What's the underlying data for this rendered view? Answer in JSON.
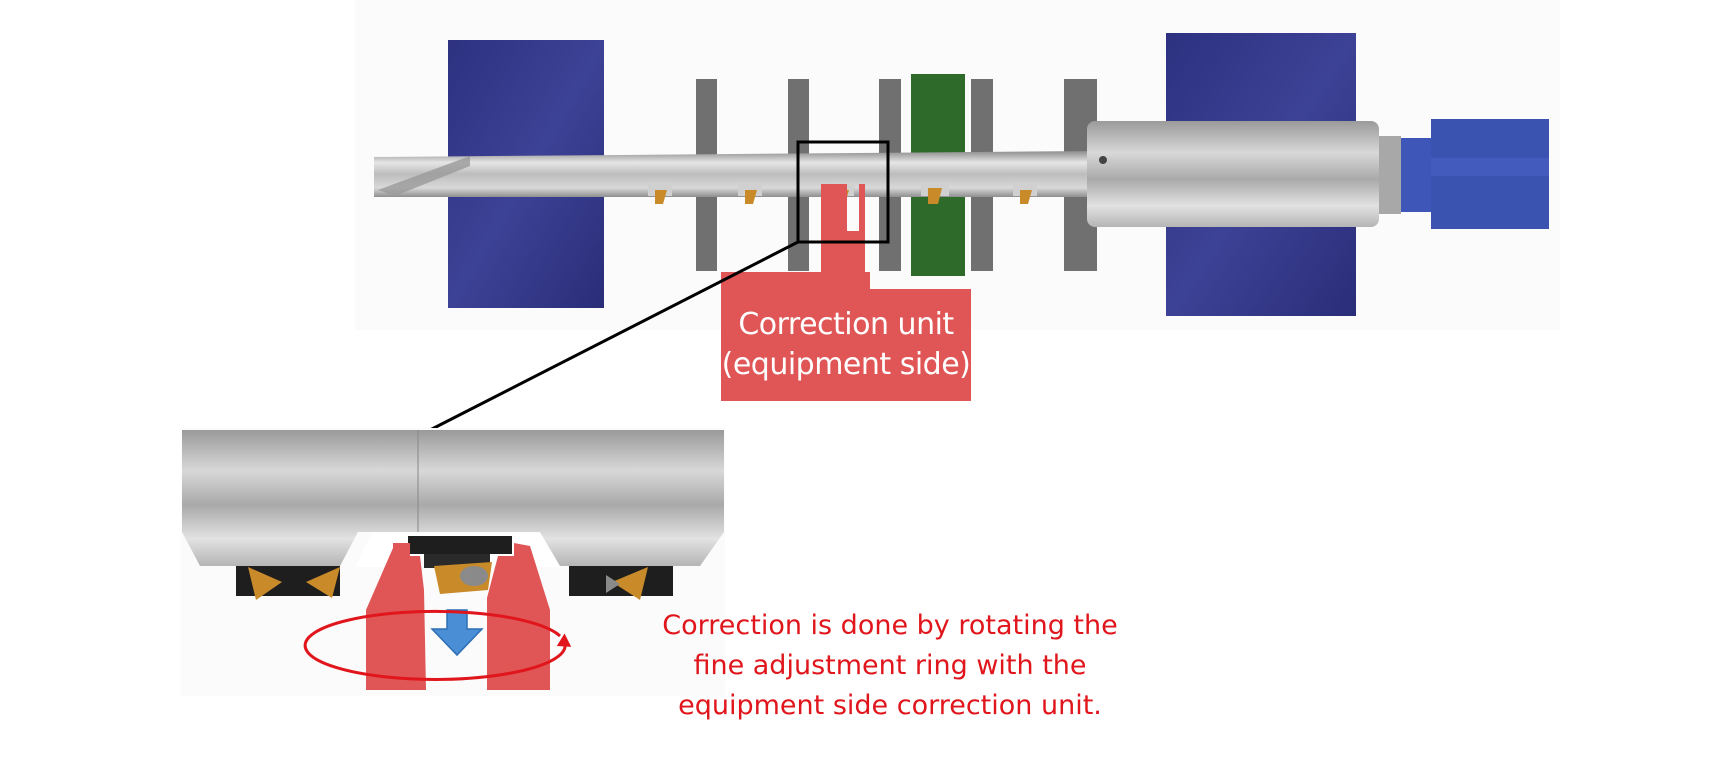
{
  "callout": {
    "line1": "Correction unit",
    "line2": "(equipment side)"
  },
  "description": {
    "line1": "Correction is done by rotating the",
    "line2": "fine adjustment ring with the",
    "line3": "equipment side correction unit."
  },
  "colors": {
    "correction_unit": "#e05555",
    "annotation_text": "#e0161c",
    "chuck": "#3a3f8c",
    "guide_ring": "#6e6e6e",
    "adjustment_ring": "#2e6b2a",
    "bar": "#b8b8b8",
    "insert": "#c98a2a",
    "arrow": "#4a8fd6"
  },
  "icons": {
    "down_arrow": "down-arrow-icon",
    "rotation_arrow": "rotation-arrow-icon"
  }
}
